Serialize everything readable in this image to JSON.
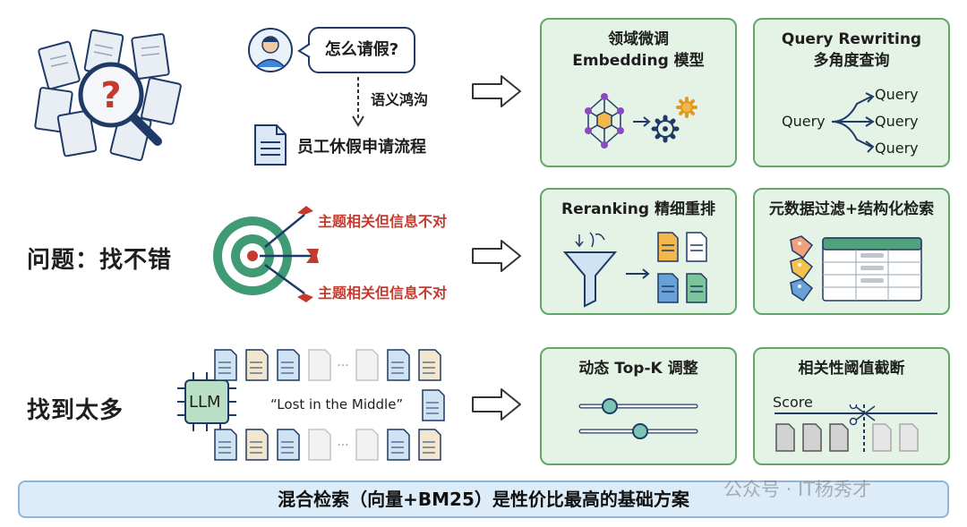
{
  "row1": {
    "bubble_question": "怎么请假?",
    "mismatch_label": "语义鸿沟",
    "doc_title": "员工休假申请流程"
  },
  "row2": {
    "label": "问题：找不错",
    "arrow_text_top": "主题相关但信息不对",
    "arrow_text_bottom": "主题相关但信息不对"
  },
  "row3": {
    "label": "找到太多",
    "chip_label": "LLM",
    "lost_text": "“Lost in the Middle”"
  },
  "cards": {
    "embedding": {
      "title": "领域微调\nEmbedding 模型"
    },
    "rewriting": {
      "title": "Query Rewriting\n多角度查询",
      "source": "Query",
      "targets": [
        "Query",
        "Query",
        "Query"
      ]
    },
    "reranking": {
      "title": "Reranking 精细重排"
    },
    "metadata": {
      "title": "元数据过滤+结构化检索"
    },
    "topk": {
      "title": "动态 Top-K 调整"
    },
    "threshold": {
      "title": "相关性阈值截断",
      "score_label": "Score"
    }
  },
  "banner": {
    "text": "混合检索（向量+BM25）是性价比最高的基础方案"
  },
  "watermark": {
    "text": "公众号 · IT杨秀才"
  },
  "colors": {
    "card_bg": "#e4f3e6",
    "card_border": "#5fa86a",
    "navy": "#1f3a66",
    "red": "#c63a2e",
    "banner_bg": "#dcecf8"
  }
}
